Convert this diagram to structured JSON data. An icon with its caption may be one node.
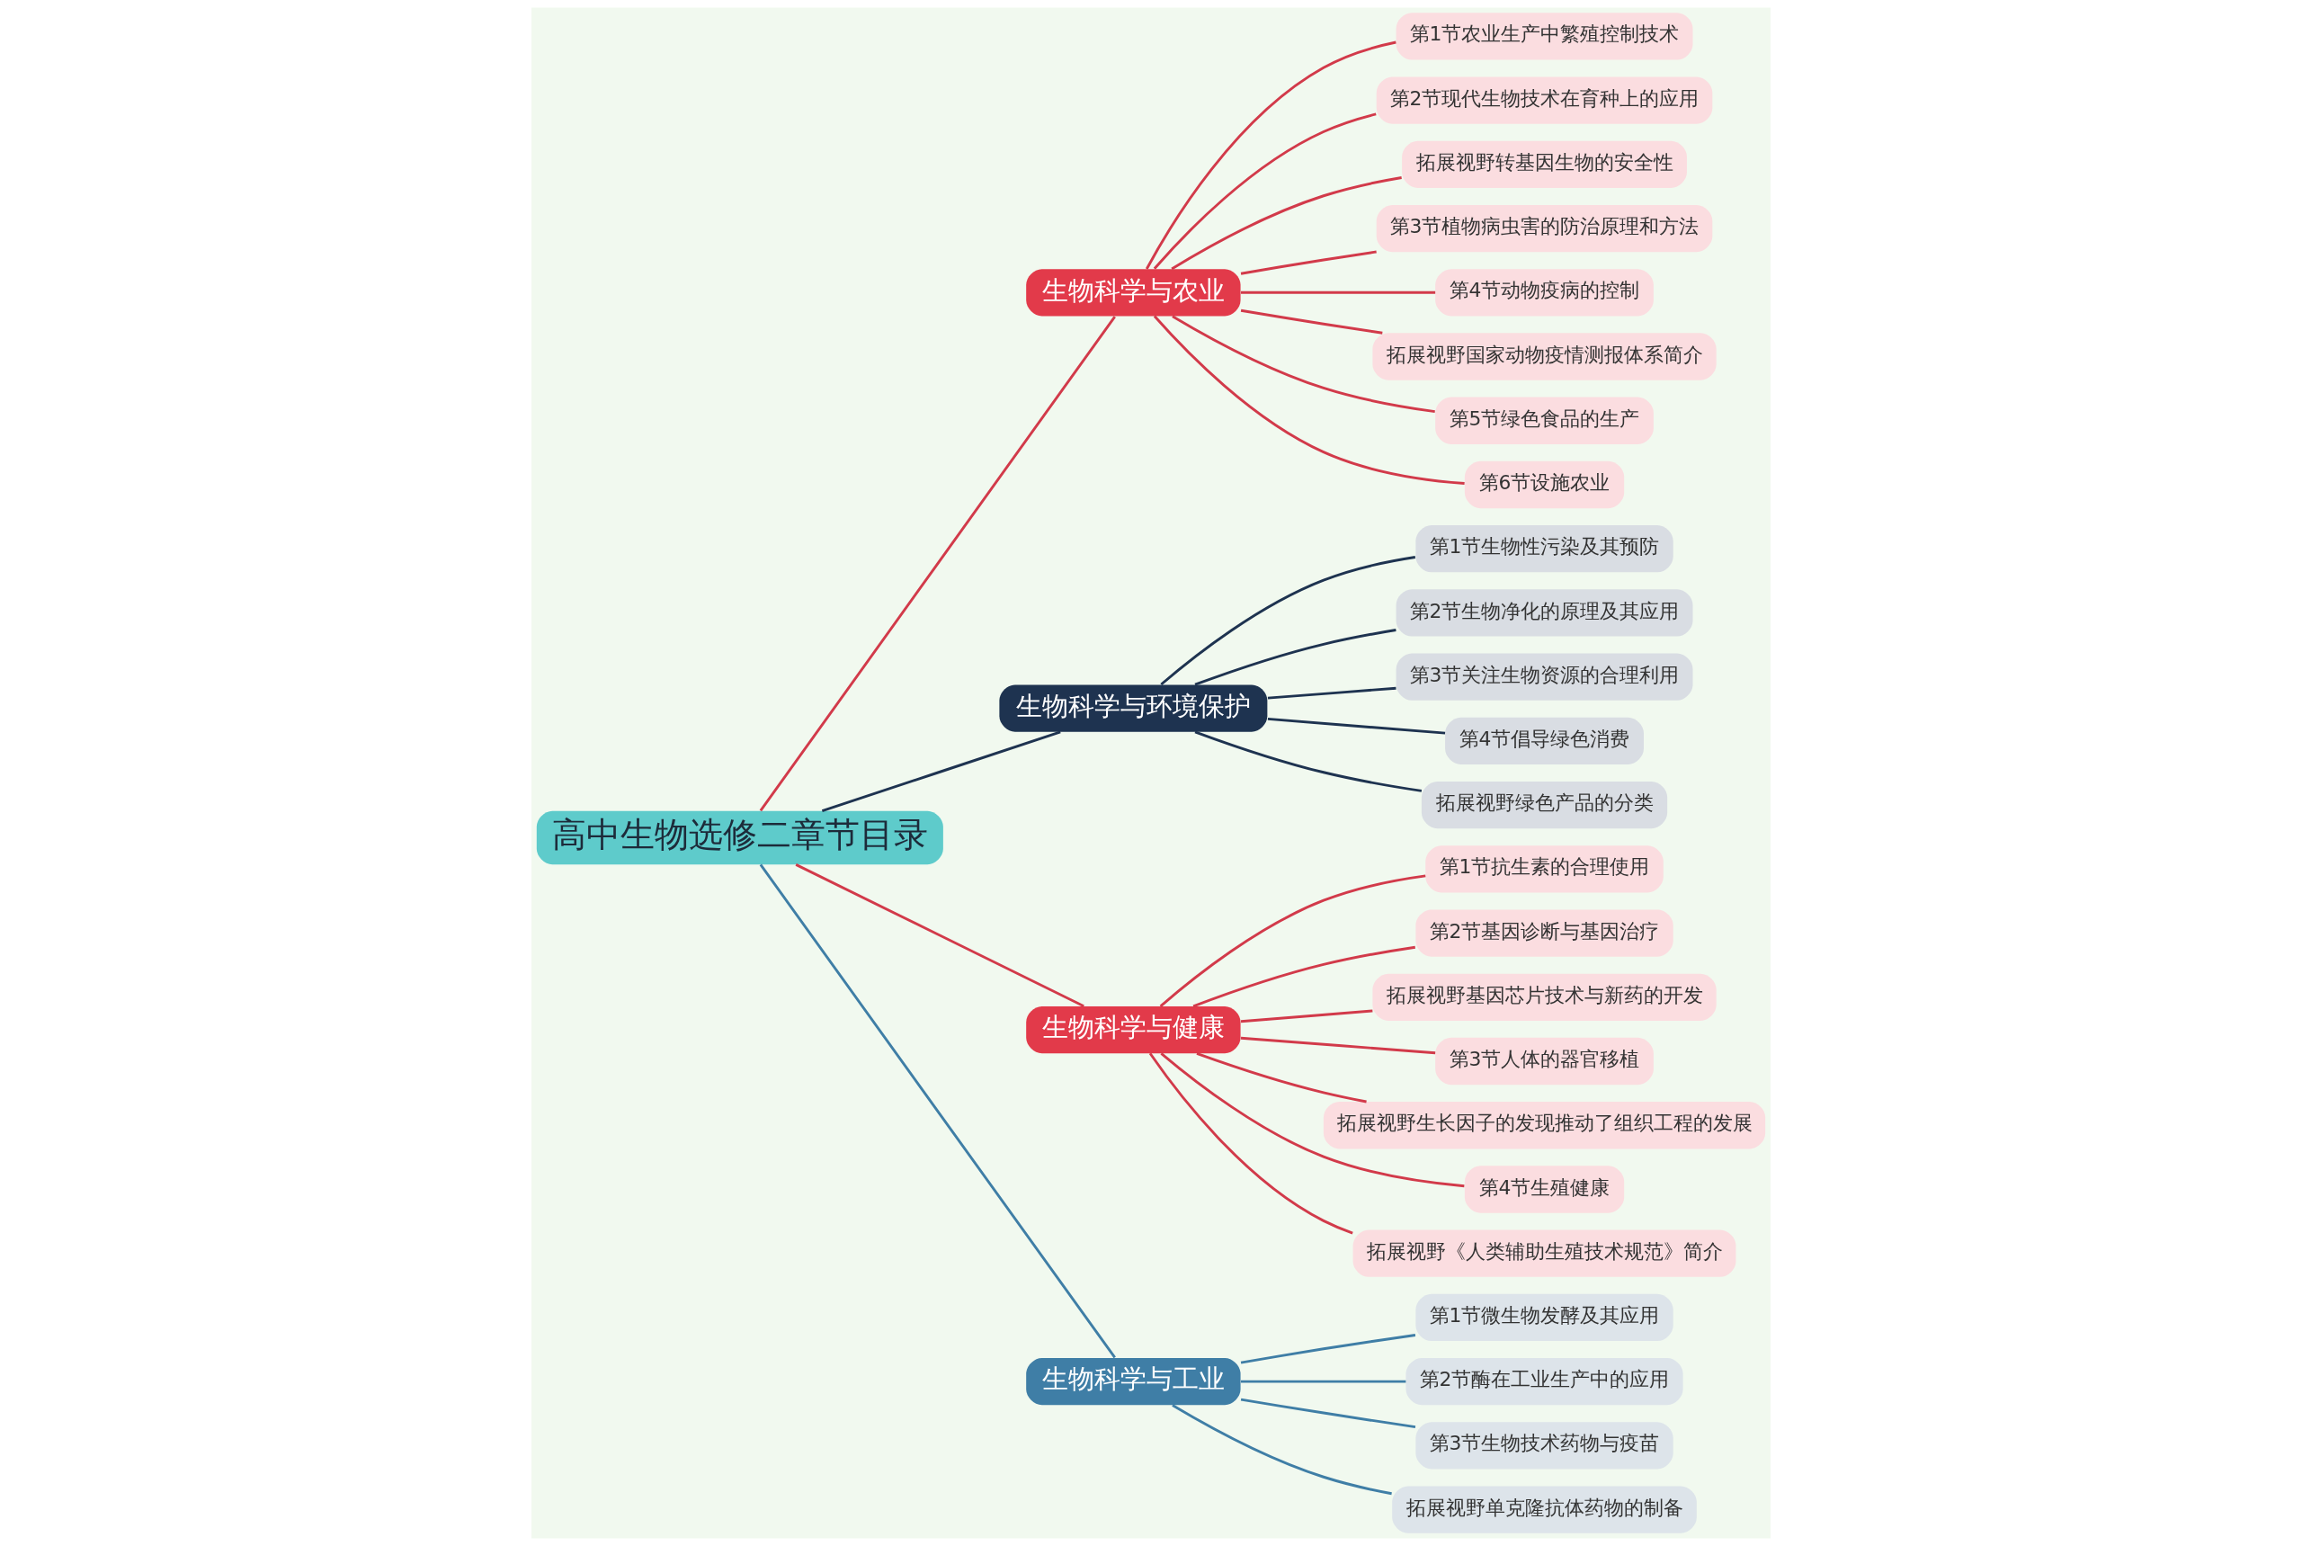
{
  "diagram": {
    "nodes": [
      {
        "text": [
          "高中生物选修二章节目录"
        ]
      },
      {
        "text": [
          "生物科学与农业"
        ]
      },
      {
        "text": [
          "第1节农业生产中繁殖控制技术"
        ]
      },
      {
        "text": [
          "第2节现代生物技术在育种上的应用"
        ]
      },
      {
        "text": [
          "拓展视野转基因生物的安全性"
        ]
      },
      {
        "text": [
          "第3节植物病虫害的防治原理和方法"
        ]
      },
      {
        "text": [
          "第4节动物疫病的控制"
        ]
      },
      {
        "text": [
          "拓展视野国家动物疫情测报体系简介"
        ]
      },
      {
        "text": [
          "第5节绿色食品的生产"
        ]
      },
      {
        "text": [
          "第6节设施农业"
        ]
      },
      {
        "text": [
          "生物科学与环境保护"
        ]
      },
      {
        "text": [
          "第1节生物性污染及其预防"
        ]
      },
      {
        "text": [
          "第2节生物净化的原理及其应用"
        ]
      },
      {
        "text": [
          "第3节关注生物资源的合理利用"
        ]
      },
      {
        "text": [
          "第4节倡导绿色消费"
        ]
      },
      {
        "text": [
          "拓展视野绿色产品的分类"
        ]
      },
      {
        "text": [
          "生物科学与健康"
        ]
      },
      {
        "text": [
          "第1节抗生素的合理使用"
        ]
      },
      {
        "text": [
          "第2节基因诊断与基因治疗"
        ]
      },
      {
        "text": [
          "拓展视野基因芯片技术与新药的开发"
        ]
      },
      {
        "text": [
          "第3节人体的器官移植"
        ]
      },
      {
        "text": [
          "拓展视野生长因子的发现推动了组织工程的发展"
        ]
      },
      {
        "text": [
          "第4节生殖健康"
        ]
      },
      {
        "text": [
          "拓展视野《人类辅助生殖技术规范》简介"
        ]
      },
      {
        "text": [
          "生物科学与工业"
        ]
      },
      {
        "text": [
          "第1节微生物发酵及其应用"
        ]
      },
      {
        "text": [
          "第2节酶在工业生产中的应用"
        ]
      },
      {
        "text": [
          "第3节生物技术药物与疫苗"
        ]
      },
      {
        "text": [
          "拓展视野单克隆抗体药物的制备"
        ]
      }
    ],
    "edges": [
      {
        "from": 0,
        "to": 1,
        "arrow": "none"
      },
      {
        "from": 1,
        "to": 2,
        "arrow": "none"
      },
      {
        "from": 1,
        "to": 3,
        "arrow": "none"
      },
      {
        "from": 1,
        "to": 4,
        "arrow": "none"
      },
      {
        "from": 1,
        "to": 5,
        "arrow": "none"
      },
      {
        "from": 1,
        "to": 6,
        "arrow": "none"
      },
      {
        "from": 1,
        "to": 7,
        "arrow": "none"
      },
      {
        "from": 1,
        "to": 8,
        "arrow": "none"
      },
      {
        "from": 1,
        "to": 9,
        "arrow": "none"
      },
      {
        "from": 0,
        "to": 10,
        "arrow": "none",
        "color": "#1e3350"
      },
      {
        "from": 10,
        "to": 11,
        "arrow": "none",
        "color": "#1e3350"
      },
      {
        "from": 10,
        "to": 12,
        "arrow": "none",
        "color": "#1e3350"
      },
      {
        "from": 10,
        "to": 13,
        "arrow": "none",
        "color": "#1e3350"
      },
      {
        "from": 10,
        "to": 14,
        "arrow": "none",
        "color": "#1e3350"
      },
      {
        "from": 10,
        "to": 15,
        "arrow": "none",
        "color": "#1e3350"
      },
      {
        "from": 0,
        "to": 16,
        "arrow": "none"
      },
      {
        "from": 16,
        "to": 17,
        "arrow": "none"
      },
      {
        "from": 16,
        "to": 18,
        "arrow": "none"
      },
      {
        "from": 16,
        "to": 19,
        "arrow": "none"
      },
      {
        "from": 16,
        "to": 20,
        "arrow": "none"
      },
      {
        "from": 16,
        "to": 21,
        "arrow": "none"
      },
      {
        "from": 16,
        "to": 22,
        "arrow": "none"
      },
      {
        "from": 16,
        "to": 23,
        "arrow": "none"
      },
      {
        "from": 0,
        "to": 24,
        "arrow": "none",
        "color": "#3f7ea6"
      },
      {
        "from": 24,
        "to": 25,
        "arrow": "none",
        "color": "#3f7ea6"
      },
      {
        "from": 24,
        "to": 26,
        "arrow": "none",
        "color": "#3f7ea6"
      },
      {
        "from": 24,
        "to": 27,
        "arrow": "none",
        "color": "#3f7ea6"
      },
      {
        "from": 24,
        "to": 28,
        "arrow": "none",
        "color": "#3f7ea6"
      }
    ]
  }
}
